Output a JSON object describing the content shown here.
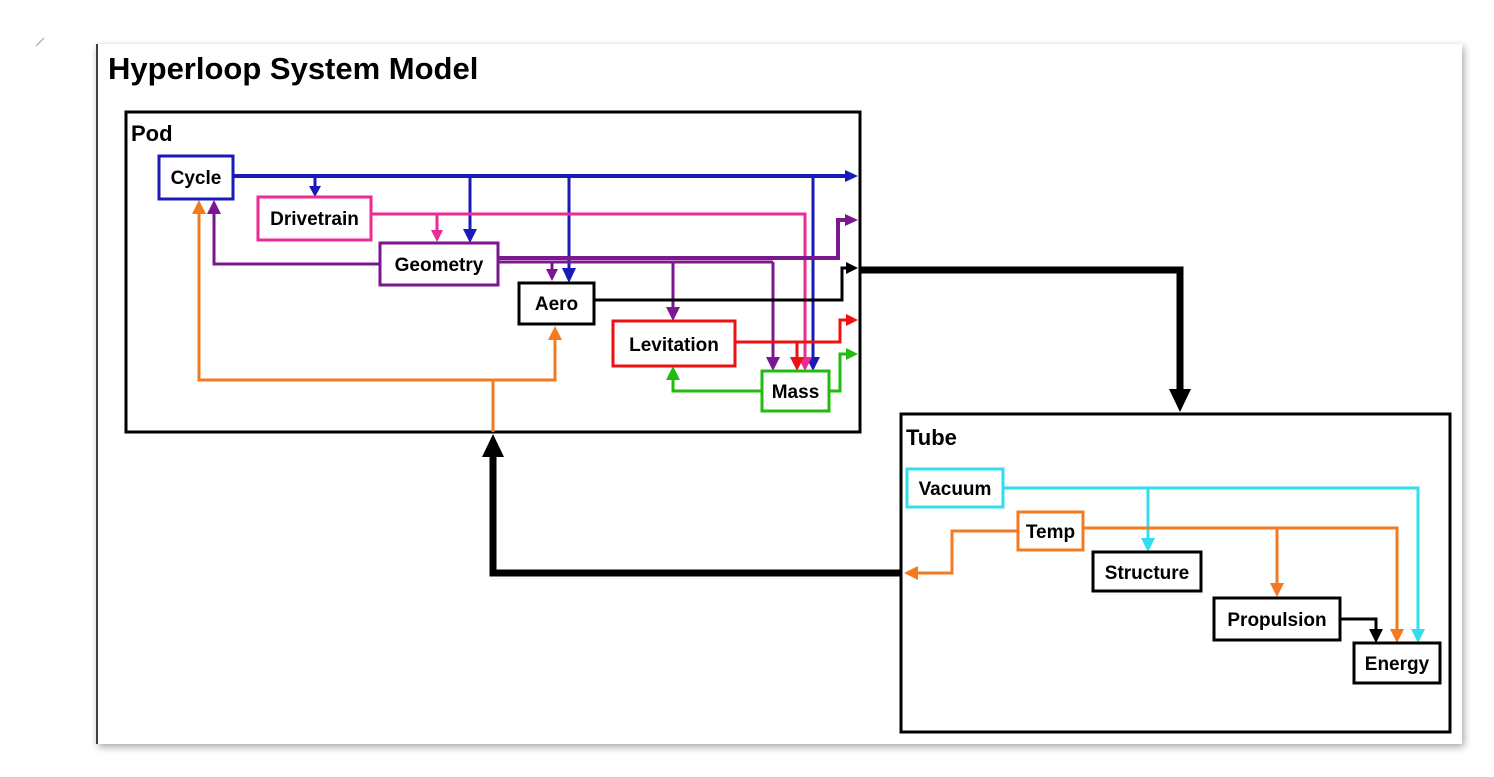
{
  "title": "Hyperloop System Model",
  "colors": {
    "blue": "#1a1ab8",
    "pink": "#ee2a95",
    "purple": "#7b1890",
    "black": "#000000",
    "red": "#ee1111",
    "green": "#22bb11",
    "orange": "#f47a22",
    "cyan": "#33ddee"
  },
  "groups": {
    "pod": {
      "label": "Pod"
    },
    "tube": {
      "label": "Tube"
    }
  },
  "nodes": {
    "cycle": {
      "label": "Cycle",
      "color": "#1a1ab8"
    },
    "drivetrain": {
      "label": "Drivetrain",
      "color": "#ee2a95"
    },
    "geometry": {
      "label": "Geometry",
      "color": "#7b1890"
    },
    "aero": {
      "label": "Aero",
      "color": "#000000"
    },
    "levitation": {
      "label": "Levitation",
      "color": "#ee1111"
    },
    "mass": {
      "label": "Mass",
      "color": "#22bb11"
    },
    "vacuum": {
      "label": "Vacuum",
      "color": "#33ddee"
    },
    "temp": {
      "label": "Temp",
      "color": "#f47a22"
    },
    "structure": {
      "label": "Structure",
      "color": "#000000"
    },
    "propulsion": {
      "label": "Propulsion",
      "color": "#000000"
    },
    "energy": {
      "label": "Energy",
      "color": "#000000"
    }
  }
}
